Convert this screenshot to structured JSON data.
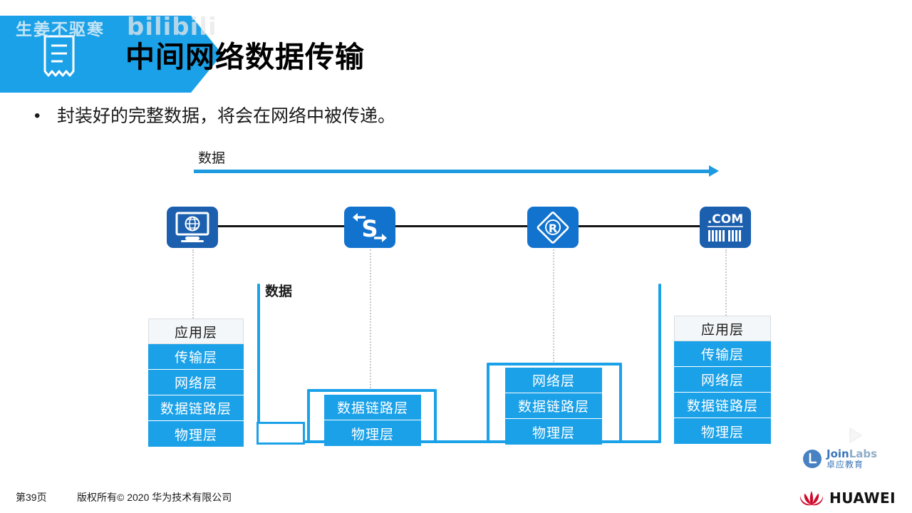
{
  "header": {
    "title": "中间网络数据传输",
    "watermark_cn": "生姜不驱寒",
    "watermark_site": "bilibili",
    "ticket_icon": "ticket-icon",
    "chevron_icon": "chevron-right-icon"
  },
  "bullet": {
    "marker": "•",
    "text": "封装好的完整数据，将会在网络中被传递。"
  },
  "diagram": {
    "top_flow_label": "数据",
    "mid_flow_label": "数据",
    "devices": [
      {
        "name": "pc",
        "icon": "monitor-globe-icon",
        "glyph": ""
      },
      {
        "name": "switch",
        "icon": "switch-icon",
        "glyph": "S"
      },
      {
        "name": "router",
        "icon": "router-icon",
        "glyph": "R"
      },
      {
        "name": "server",
        "icon": "server-dotcom-icon",
        "glyph": ".COM"
      }
    ],
    "stacks": [
      {
        "name": "host-left",
        "layers": [
          {
            "label": "应用层",
            "style": "app"
          },
          {
            "label": "传输层",
            "style": "blue"
          },
          {
            "label": "网络层",
            "style": "blue"
          },
          {
            "label": "数据链路层",
            "style": "blue"
          },
          {
            "label": "物理层",
            "style": "blue"
          }
        ]
      },
      {
        "name": "switch-stack",
        "layers": [
          {
            "label": "数据链路层",
            "style": "blue"
          },
          {
            "label": "物理层",
            "style": "blue"
          }
        ]
      },
      {
        "name": "router-stack",
        "layers": [
          {
            "label": "网络层",
            "style": "blue"
          },
          {
            "label": "数据链路层",
            "style": "blue"
          },
          {
            "label": "物理层",
            "style": "blue"
          }
        ]
      },
      {
        "name": "host-right",
        "layers": [
          {
            "label": "应用层",
            "style": "app"
          },
          {
            "label": "传输层",
            "style": "blue"
          },
          {
            "label": "网络层",
            "style": "blue"
          },
          {
            "label": "数据链路层",
            "style": "blue"
          },
          {
            "label": "物理层",
            "style": "blue"
          }
        ]
      }
    ]
  },
  "footer": {
    "page": "第39页",
    "copyright": "版权所有© 2020 华为技术有限公司",
    "brand": "HUAWEI",
    "brand_logo": "huawei-flower-icon"
  },
  "overlays": {
    "joinlabs_en_join": "Join",
    "joinlabs_en_labs": "Labs",
    "joinlabs_cn": "卓应教育",
    "joinlabs_mark": "joinlabs-l-icon",
    "bili_tv_icon": "bilibili-tv-play-icon"
  },
  "colors": {
    "accent_blue": "#1BA1E8",
    "arrow_blue": "#1E9BE0",
    "device_dark": "#1B5FAE",
    "device_mid": "#1273CE",
    "line_black": "#151515",
    "huawei_red": "#CF0A2C"
  }
}
